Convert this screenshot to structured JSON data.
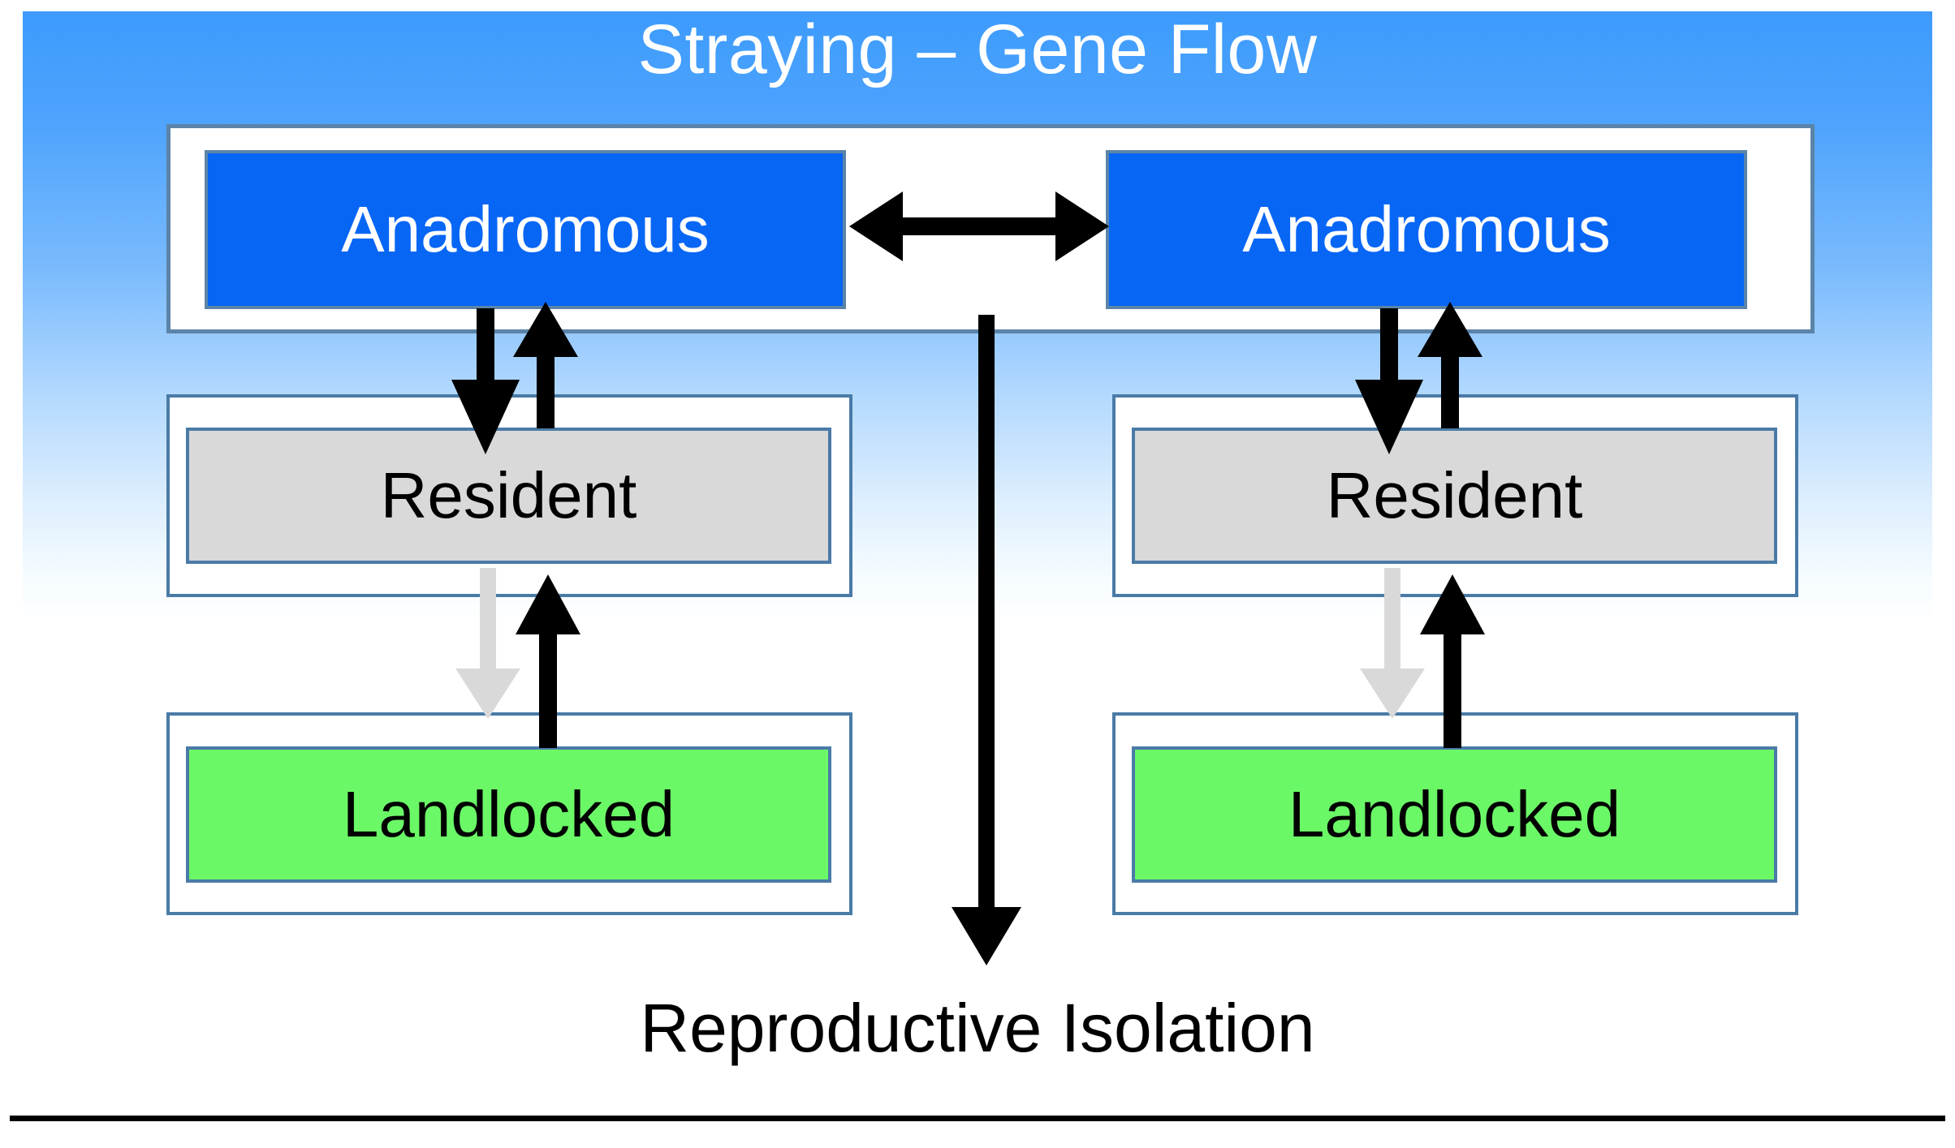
{
  "title": "Straying – Gene Flow",
  "caption": "Reproductive Isolation",
  "colors": {
    "anadromous_fill": "#0866f5",
    "resident_fill": "#d9d9d9",
    "landlocked_fill": "#6bf867",
    "frame_border": "#4a7ba7",
    "sky_top": "#3d9bfc",
    "sky_bottom": "#ffffff",
    "arrow_black": "#000000",
    "arrow_gray": "#d9d9d9",
    "title_text": "#ffffff",
    "rule": "#000000"
  },
  "populations": {
    "left": {
      "anadromous": "Anadromous",
      "resident": "Resident",
      "landlocked": "Landlocked"
    },
    "right": {
      "anadromous": "Anadromous",
      "resident": "Resident",
      "landlocked": "Landlocked"
    }
  },
  "connections": [
    {
      "name": "anadromous-left-to-anadromous-right",
      "kind": "bidirectional-horizontal",
      "color": "#000000"
    },
    {
      "name": "anadromous-left-to-resident-left",
      "kind": "down",
      "color": "#000000"
    },
    {
      "name": "resident-left-to-anadromous-left",
      "kind": "up",
      "color": "#000000"
    },
    {
      "name": "resident-left-to-landlocked-left",
      "kind": "down",
      "color": "#d9d9d9"
    },
    {
      "name": "landlocked-left-to-resident-left",
      "kind": "up",
      "color": "#000000"
    },
    {
      "name": "anadromous-right-to-resident-right",
      "kind": "down",
      "color": "#000000"
    },
    {
      "name": "resident-right-to-anadromous-right",
      "kind": "up",
      "color": "#000000"
    },
    {
      "name": "resident-right-to-landlocked-right",
      "kind": "down",
      "color": "#d9d9d9"
    },
    {
      "name": "landlocked-right-to-resident-right",
      "kind": "up",
      "color": "#000000"
    },
    {
      "name": "gene-flow-to-reproductive-isolation",
      "kind": "down",
      "color": "#000000"
    }
  ]
}
